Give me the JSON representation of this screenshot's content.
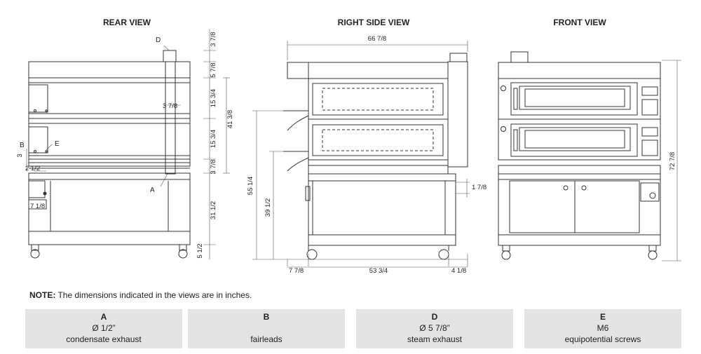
{
  "views": {
    "rear": {
      "title": "REAR VIEW"
    },
    "side": {
      "title": "RIGHT SIDE VIEW"
    },
    "front": {
      "title": "FRONT VIEW"
    }
  },
  "dimensions": {
    "rear_top": "3 7/8",
    "rear_crown": "5 7/8",
    "rear_deck1": "15 3/4",
    "rear_deck2": "15 3/4",
    "rear_total": "41 3/8",
    "rear_pipe": "3 7/8",
    "rear_band": "3 7/8",
    "rear_base": "31 1/2",
    "rear_feet": "5 1/2",
    "rear_left1": "3",
    "rear_left2": "2 1/2",
    "rear_left3": "7 1/8",
    "side_width": "66 7/8",
    "side_height": "55 1/4",
    "side_mid": "39 1/2",
    "side_outlet": "1 7/8",
    "side_front": "7 7/8",
    "side_depth": "53 3/4",
    "side_back": "4 1/8",
    "front_height": "72 7/8"
  },
  "callouts": {
    "a": "A",
    "b": "B",
    "d": "D",
    "e": "E"
  },
  "note": {
    "label": "NOTE:",
    "text": " The dimensions indicated in the views are in inches."
  },
  "legend": [
    {
      "key": "A",
      "size": "Ø 1/2”",
      "desc": "condensate exhaust"
    },
    {
      "key": "B",
      "size": "",
      "desc": "fairleads"
    },
    {
      "key": "D",
      "size": "Ø 5 7/8”",
      "desc": "steam exhaust"
    },
    {
      "key": "E",
      "size": "M6",
      "desc": "equipotential screws"
    }
  ]
}
